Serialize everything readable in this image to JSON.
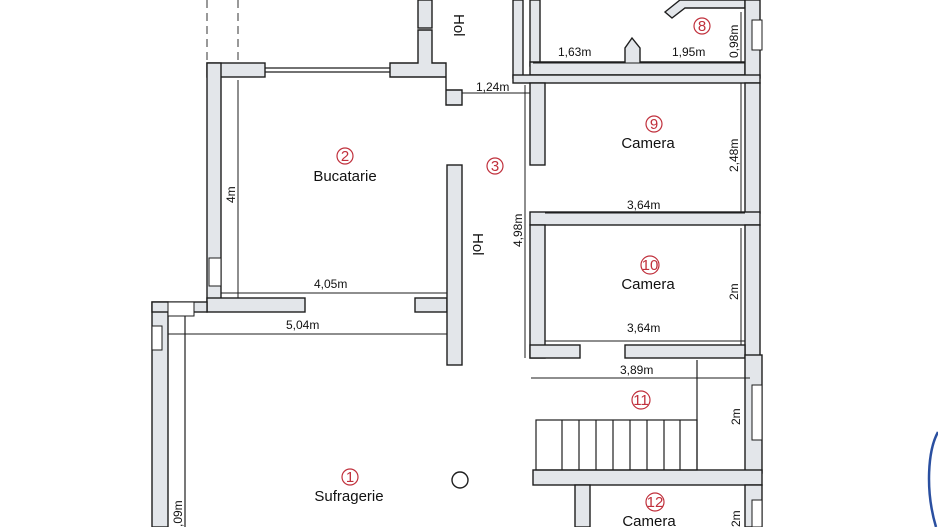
{
  "plan": {
    "rooms": [
      {
        "number": "1",
        "name": "Sufragerie"
      },
      {
        "number": "2",
        "name": "Bucatarie"
      },
      {
        "number": "3",
        "name": "Hol"
      },
      {
        "number": "8",
        "name": ""
      },
      {
        "number": "9",
        "name": "Camera"
      },
      {
        "number": "10",
        "name": "Camera"
      },
      {
        "number": "11",
        "name": ""
      },
      {
        "number": "12",
        "name": "Camera"
      }
    ],
    "hol_top_label": "Hol",
    "dimensions": {
      "d_163": "1,63m",
      "d_195": "1,95m",
      "d_098": "0,98m",
      "d_124": "1,24m",
      "d_248": "2,48m",
      "d_364a": "3,64m",
      "d_4m": "4m",
      "d_498": "4,98m",
      "d_2m_a": "2m",
      "d_405": "4,05m",
      "d_504": "5,04m",
      "d_364b": "3,64m",
      "d_389": "3,89m",
      "d_2m_b": "2m",
      "d_2m_c": "2m",
      "d_09": ",09m"
    },
    "colors": {
      "wall_fill": "#e3e6ea",
      "room_number": "#c0303c",
      "stamp": "#2a4fa0"
    }
  }
}
